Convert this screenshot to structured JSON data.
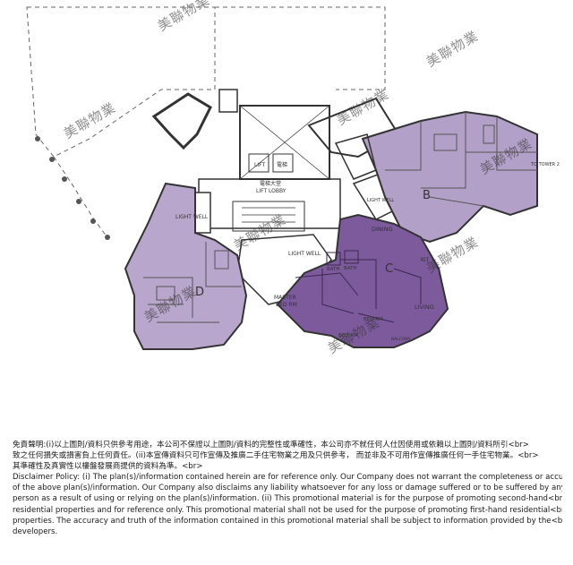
{
  "plan": {
    "labels": {
      "lift": "LIFT",
      "lift_zh": "電梯",
      "lobby_zh": "電梯大堂",
      "lobby": "LIFT LOBBY",
      "light_well": "LIGHT WELL",
      "light_well_2": "LIGHT WELL",
      "light_well_3": "LIGHT WELL",
      "unit_b": "B",
      "unit_c": "C",
      "unit_d": "D",
      "dining": "DINING",
      "kit": "KIT",
      "living": "LIVING",
      "bath_1": "BATH",
      "bath_2": "BATH",
      "master_bed_1": "MASTER",
      "master_bed_2": "BED RM",
      "bed_rm_1": "BED RM",
      "bed_rm_2": "BED RM",
      "balcony": "BALCONY",
      "to_tower": "TO TOWER 2"
    },
    "watermark": "美聯物業"
  },
  "disclaimer": {
    "lines": [
      "免責聲明:(i)以上圖則/資料只供參考用途，本公司不保證以上圖則/資料的完整性或準確性，本公司亦不就任何人仕因使用或依賴以上圖則/資料所引<br>",
      "致之任何損失或損害負上任何責任。(ii)本宣傳資料只可作宣傳及推廣二手住宅物業之用及只供參考， 而並非及不可用作宣傳推廣任何一手住宅物業。<br>",
      "其準確性及真實性以樓盤發展商提供的資料為準。<br>",
      "Disclaimer Policy: (i) The plan(s)/information contained herein are for reference only. Our Company does not warrant the completeness or accuracy<br>",
      "of the above plan(s)/information. Our Company also disclaims any liability whatsoever for any loss or damage suffered or to be suffered by any<br>",
      "person as a result of using or relying on the plan(s)/information. (ii) This promotional material is for the purpose of promoting second-hand<br>",
      "residential properties and for reference only. This promotional material shall not be used for the purpose of promoting first-hand residential<br>",
      "properties. The accuracy and truth of the information contained in this promotional material shall be subject to information provided by the<br>",
      "developers."
    ]
  }
}
